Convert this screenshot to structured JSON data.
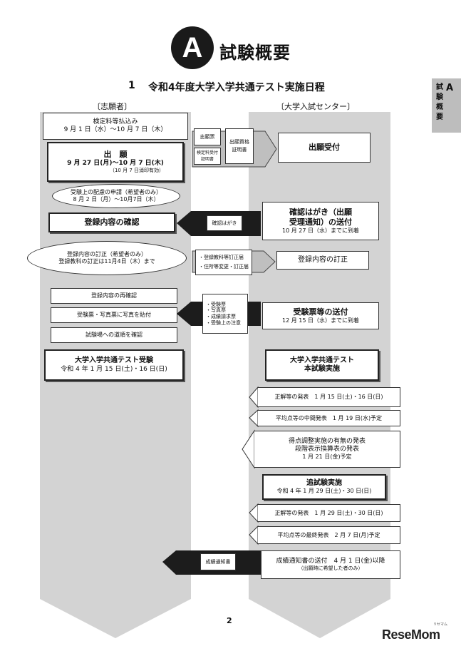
{
  "header": {
    "logo_letter": "A",
    "title": "試験概要",
    "subtitle_number": "1",
    "subtitle": "令和4年度大学入学共通テスト実施日程"
  },
  "side_tab": {
    "letter": "A",
    "text": "試験概要"
  },
  "columns": {
    "left": "〔志願者〕",
    "right": "〔大学入試センター〕"
  },
  "applicant": {
    "fee_title": "検定料等払込み",
    "fee_dates": "9 月 1 日（水）～10 月 7 日（木）",
    "apply_title": "出　願",
    "apply_dates": "9 月 27 日(月)～10 月 7 日(木)",
    "apply_note": "（10 月 7 日消印有効）",
    "accommodation_line1": "受験上の配慮の申請（希望者のみ）",
    "accommodation_line2": "8 月 2 日（月）～10月7日（木）",
    "confirm_title": "登録内容の確認",
    "correction_line1": "登録内容の訂正（希望者のみ）",
    "correction_line2": "登録教科の訂正は11月4日（木）まで",
    "recheck": "登録内容の再確認",
    "photo": "受験票・写真票に写真を貼付",
    "route": "試験場への道順を確認",
    "exam_title": "大学入学共通テスト受験",
    "exam_dates": "令和 4 年 1 月 15 日(土)・16 日(日)"
  },
  "documents": {
    "application_form": "志願票",
    "fee_certificate": "検定料受付証明書",
    "eligibility_cert": "出願資格証明書",
    "confirm_card": "確認はがき",
    "correction_form_1": "・登録教科等訂正届",
    "correction_form_2": "・住所等変更・訂正届",
    "ticket_items": [
      "・受験票",
      "・写真票",
      "・成績請求票",
      "・受験上の注意"
    ],
    "score_notice": "成績通知書"
  },
  "center": {
    "receive": "出願受付",
    "card_title_1": "確認はがき（出願",
    "card_title_2": "受理通知）の送付",
    "card_date": "10 月 27 日（水）までに到着",
    "correction": "登録内容の訂正",
    "ticket_title": "受験票等の送付",
    "ticket_date": "12 月 15 日（水）までに到着",
    "exam_title_1": "大学入学共通テスト",
    "exam_title_2": "本試験実施",
    "answers_1": "正解等の発表　1 月 15 日(土)・16 日(日)",
    "average_mid": "平均点等の中間発表　1 月 19 日(水)予定",
    "adjust_1": "得点調整実施の有無の発表",
    "adjust_2": "段階表示換算表の発表",
    "adjust_3": "1 月 21 日(金)予定",
    "makeup_title": "追試験実施",
    "makeup_dates": "令和 4 年 1 月 29 日(土)・30 日(日)",
    "answers_2": "正解等の発表　1 月 29 日(土)・30 日(日)",
    "average_final": "平均点等の最終発表　2 月 7 日(月)予定",
    "score_title": "成績通知書の送付　4 月 1 日(金)以降",
    "score_note": "（出願時に希望した者のみ）"
  },
  "footer": {
    "page": "2",
    "brand": "ReseMom",
    "brand_ruby": "リセマム"
  }
}
